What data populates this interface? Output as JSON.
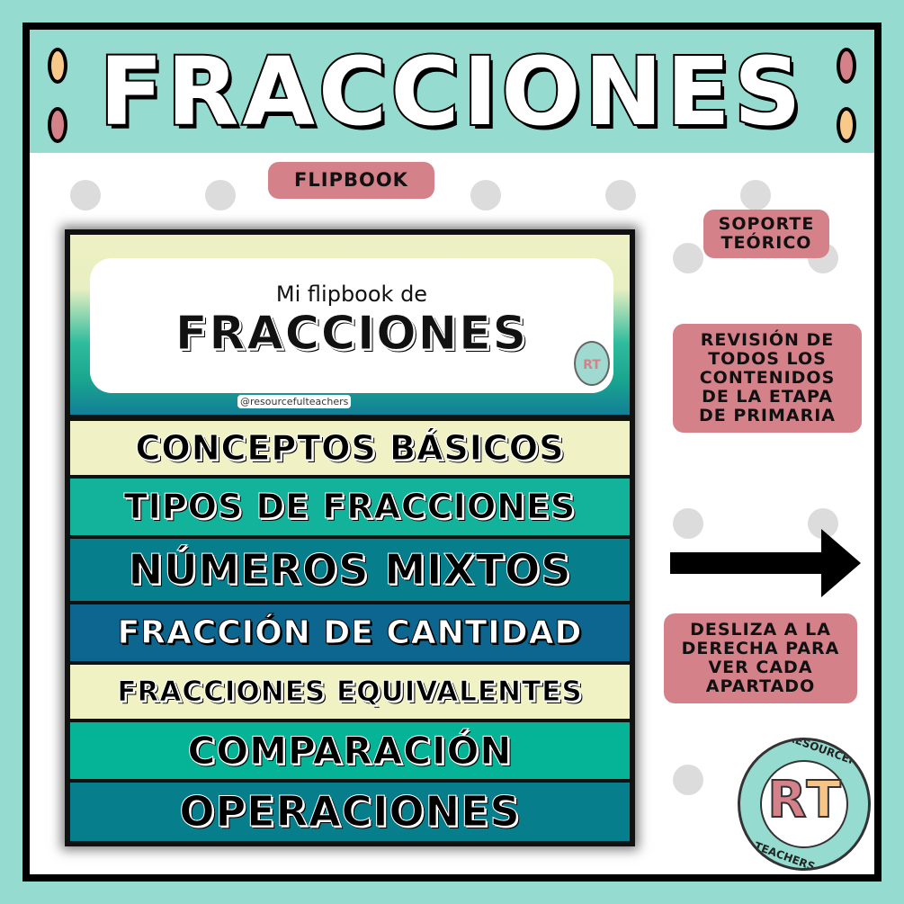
{
  "header": {
    "title": "FRACCIONES"
  },
  "badges": {
    "flipbook": "FLIPBOOK",
    "soporte": "SOPORTE TEÓRICO",
    "revision": "REVISIÓN DE TODOS LOS CONTENIDOS DE LA ETAPA DE PRIMARIA",
    "desliza": "DESLIZA A LA DERECHA PARA VER CADA APARTADO"
  },
  "cover": {
    "subtitle": "Mi flipbook de",
    "title": "FRACCIONES",
    "handle": "@resourcefulteachers",
    "mini_logo": "RT"
  },
  "tabs": [
    {
      "label": "CONCEPTOS BÁSICOS",
      "color": "#f0f1c4"
    },
    {
      "label": "TIPOS DE FRACCIONES",
      "color": "#12b39a"
    },
    {
      "label": "NÚMEROS MIXTOS",
      "color": "#067e8c"
    },
    {
      "label": "FRACCIÓN DE CANTIDAD",
      "color": "#0c6690"
    },
    {
      "label": "FRACCIONES EQUIVALENTES",
      "color": "#f0f2c4"
    },
    {
      "label": "COMPARACIÓN",
      "color": "#05b496"
    },
    {
      "label": "OPERACIONES",
      "color": "#067e8c"
    }
  ],
  "logo": {
    "top": "RESOURCEFUL",
    "bottom": "TEACHERS",
    "r": "R",
    "t": "T"
  },
  "colors": {
    "teal": "#96dbd0",
    "pink": "#d5818a",
    "peach": "#f9c98a",
    "grey_dot": "#dcdcdc"
  },
  "icons": {
    "arrow": "arrow-right-icon"
  }
}
